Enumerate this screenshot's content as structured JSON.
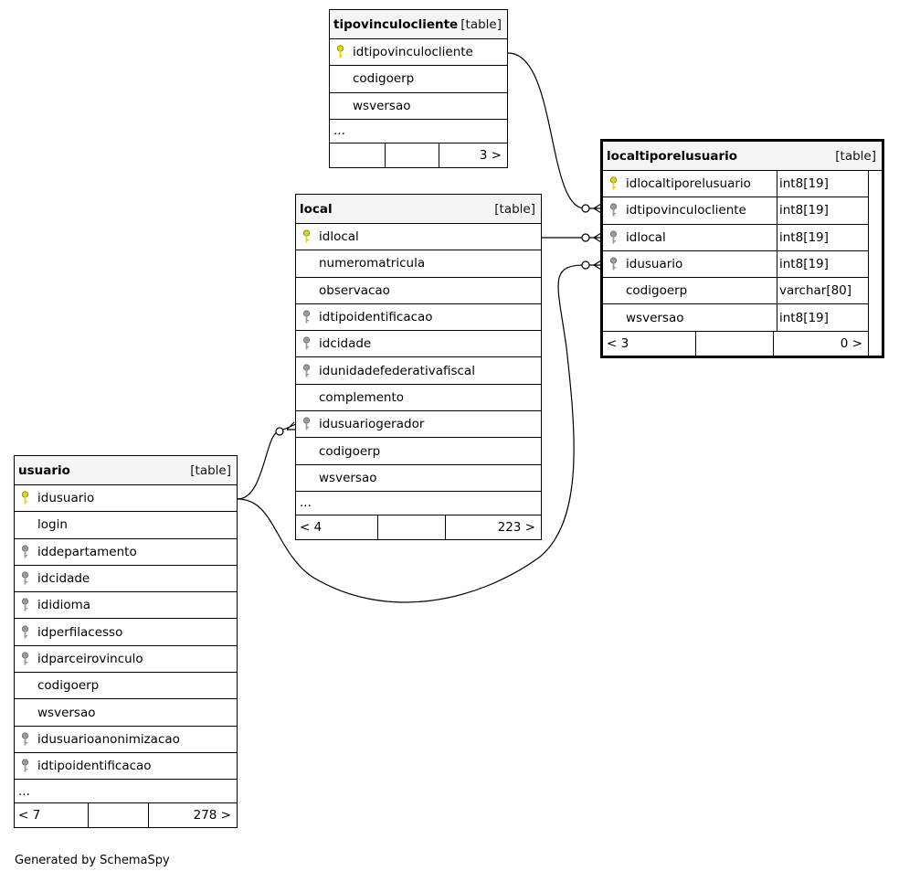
{
  "tables": {
    "tipovinculocliente": {
      "name": "tipovinculocliente",
      "type_label": "[table]",
      "columns": [
        {
          "name": "idtipovinculocliente",
          "key": "pk"
        },
        {
          "name": "codigoerp",
          "key": "none"
        },
        {
          "name": "wsversao",
          "key": "none"
        }
      ],
      "ellipsis": "...",
      "footer": {
        "left": "",
        "middle": "",
        "right": "3 >"
      }
    },
    "local": {
      "name": "local",
      "type_label": "[table]",
      "columns": [
        {
          "name": "idlocal",
          "key": "pk"
        },
        {
          "name": "numeromatricula",
          "key": "none"
        },
        {
          "name": "observacao",
          "key": "none"
        },
        {
          "name": "idtipoidentificacao",
          "key": "fk"
        },
        {
          "name": "idcidade",
          "key": "fk"
        },
        {
          "name": "idunidadefederativafiscal",
          "key": "fk"
        },
        {
          "name": "complemento",
          "key": "none"
        },
        {
          "name": "idusuariogerador",
          "key": "fk"
        },
        {
          "name": "codigoerp",
          "key": "none"
        },
        {
          "name": "wsversao",
          "key": "none"
        }
      ],
      "ellipsis": "...",
      "footer": {
        "left": "< 4",
        "middle": "",
        "right": "223 >"
      }
    },
    "localtiporelusuario": {
      "name": "localtiporelusuario",
      "type_label": "[table]",
      "columns": [
        {
          "name": "idlocaltiporelusuario",
          "key": "pk",
          "type": "int8[19]"
        },
        {
          "name": "idtipovinculocliente",
          "key": "fk",
          "type": "int8[19]"
        },
        {
          "name": "idlocal",
          "key": "fk",
          "type": "int8[19]"
        },
        {
          "name": "idusuario",
          "key": "fk",
          "type": "int8[19]"
        },
        {
          "name": "codigoerp",
          "key": "none",
          "type": "varchar[80]"
        },
        {
          "name": "wsversao",
          "key": "none",
          "type": "int8[19]"
        }
      ],
      "footer": {
        "left": "< 3",
        "middle": "",
        "right": "0 >"
      }
    },
    "usuario": {
      "name": "usuario",
      "type_label": "[table]",
      "columns": [
        {
          "name": "idusuario",
          "key": "pk"
        },
        {
          "name": "login",
          "key": "none"
        },
        {
          "name": "iddepartamento",
          "key": "fk"
        },
        {
          "name": "idcidade",
          "key": "fk"
        },
        {
          "name": "ididioma",
          "key": "fk"
        },
        {
          "name": "idperfilacesso",
          "key": "fk"
        },
        {
          "name": "idparceirovinculo",
          "key": "fk"
        },
        {
          "name": "codigoerp",
          "key": "none"
        },
        {
          "name": "wsversao",
          "key": "none"
        },
        {
          "name": "idusuarioanonimizacao",
          "key": "fk"
        },
        {
          "name": "idtipoidentificacao",
          "key": "fk"
        }
      ],
      "ellipsis": "...",
      "footer": {
        "left": "< 7",
        "middle": "",
        "right": "278 >"
      }
    }
  },
  "colors": {
    "pk_key": "#e8d400",
    "fk_key": "#9a9a9a",
    "header_bg": "#f5f5f5"
  },
  "credit": "Generated by SchemaSpy"
}
